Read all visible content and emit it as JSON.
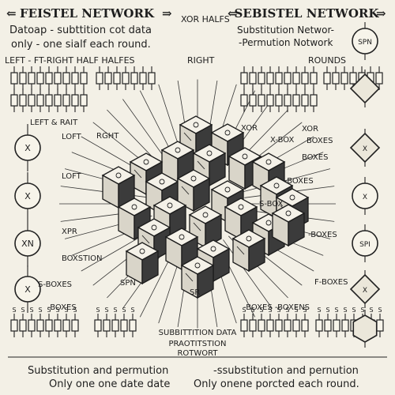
{
  "title_left": "FEISTEL NETWORK",
  "title_right": "SEBISTEL NETWORK",
  "left_desc": [
    "Datoap - subttition cot data",
    "only - one sialf each round."
  ],
  "right_desc": [
    "Substitution Networ-",
    "-Permution Notwork"
  ],
  "left_half_label": "LEFT - FT-RIGHT HALF HALFES",
  "right_rounds_label": "ROUNDS",
  "xor_halfs": "XOR HALFS",
  "right_label": "RIGHT",
  "left_labels": [
    "LEFT & RAIT",
    "LOFT",
    "RGHT",
    "LOFT",
    "XPR",
    "BOXSTION",
    "S-BOXES",
    "SPN",
    "-BOXES"
  ],
  "right_labels": [
    "XOR",
    "XOR",
    "X-BOX",
    "BOXES",
    "BOXES",
    "-BOXES",
    "-BOXES",
    "S-BOX",
    "F-BOXES",
    "-BOXES -BOXENS",
    "SR"
  ],
  "left_nodes": [
    "X",
    "X",
    "XN",
    "X"
  ],
  "right_nodes": [
    "SPN",
    "",
    "X",
    "X",
    "SPI",
    "X",
    ""
  ],
  "center_caption": [
    "SUBBITTITION DATA",
    "PRAOTITSTION",
    "ROTWORT"
  ],
  "footer_left": [
    "Substitution and permution",
    "Only one one date date"
  ],
  "footer_right": [
    "-ssubstitution and pernution",
    "Only onene porcted each round."
  ],
  "bit_label": "S"
}
